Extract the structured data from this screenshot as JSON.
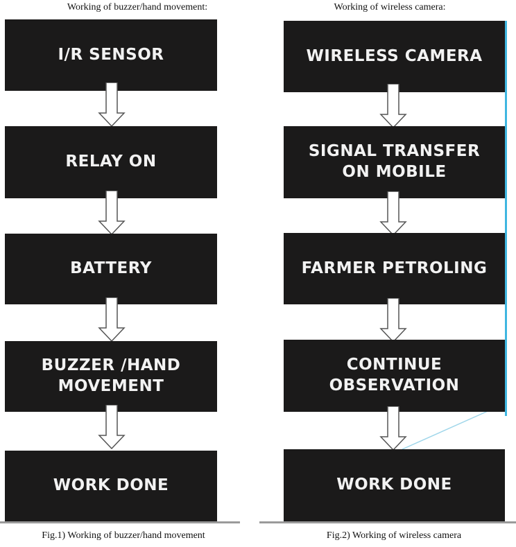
{
  "left": {
    "heading": "Working of buzzer/hand movement:",
    "caption": "Fig.1) Working of buzzer/hand movement",
    "steps": [
      "I/R SENSOR",
      "RELAY ON",
      "BATTERY",
      "BUZZER /HAND\nMOVEMENT",
      "WORK DONE"
    ]
  },
  "right": {
    "heading": "Working of wireless camera:",
    "caption": "Fig.2) Working of wireless camera",
    "steps": [
      "WIRELESS CAMERA",
      "SIGNAL TRANSFER\nON MOBILE",
      "FARMER PETROLING",
      "CONTINUE OBSERVATION",
      "WORK DONE"
    ]
  },
  "colors": {
    "box": "#1b1a1a",
    "box_text": "#f2f2f2",
    "accent": "#3fb6e0",
    "arrow_fill": "#ffffff",
    "arrow_stroke": "#555555"
  }
}
